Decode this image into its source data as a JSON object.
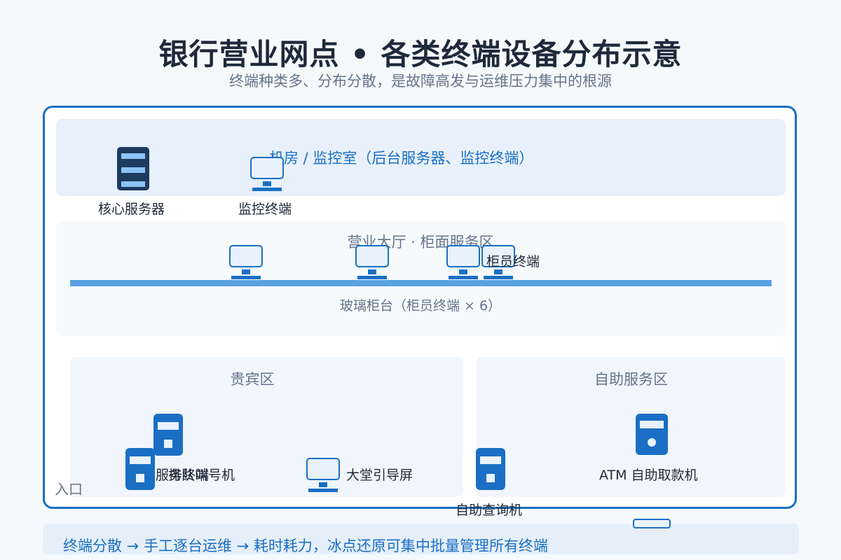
{
  "header": {
    "title": "银行营业网点 • 各类终端设备分布示意",
    "subtitle": "终端种类多、分布分散，是故障高发与运维压力集中的根源"
  },
  "zones": {
    "machine_room": "机房 / 监控室（后台服务器、监控终端）",
    "hall": "营业大厅 · 柜面服务区",
    "vip": "贵宾区",
    "self_service": "自助服务区"
  },
  "devices": {
    "core_server": "核心服务器",
    "monitor_terminal": "监控终端",
    "teller_terminal": "柜员终端",
    "counter": "玻璃柜台（柜员终端 × 6）",
    "vip_terminal": "服务终端",
    "queue_machine": "排队叫号机",
    "lobby_screen": "大堂引导屏",
    "inquiry_machine": "自助查询机",
    "atm": "ATM 自助取款机",
    "entrance": "入口"
  },
  "footer": {
    "note": "终端分散 → 手工逐台运维 → 耗时耗力，冰点还原可集中批量管理所有终端"
  },
  "colors": {
    "primary": "#1a6fc4",
    "dark_server": "#1e3a5f",
    "screen_fill": "#e8f2fc",
    "counter_bar": "#5aa1e3"
  }
}
